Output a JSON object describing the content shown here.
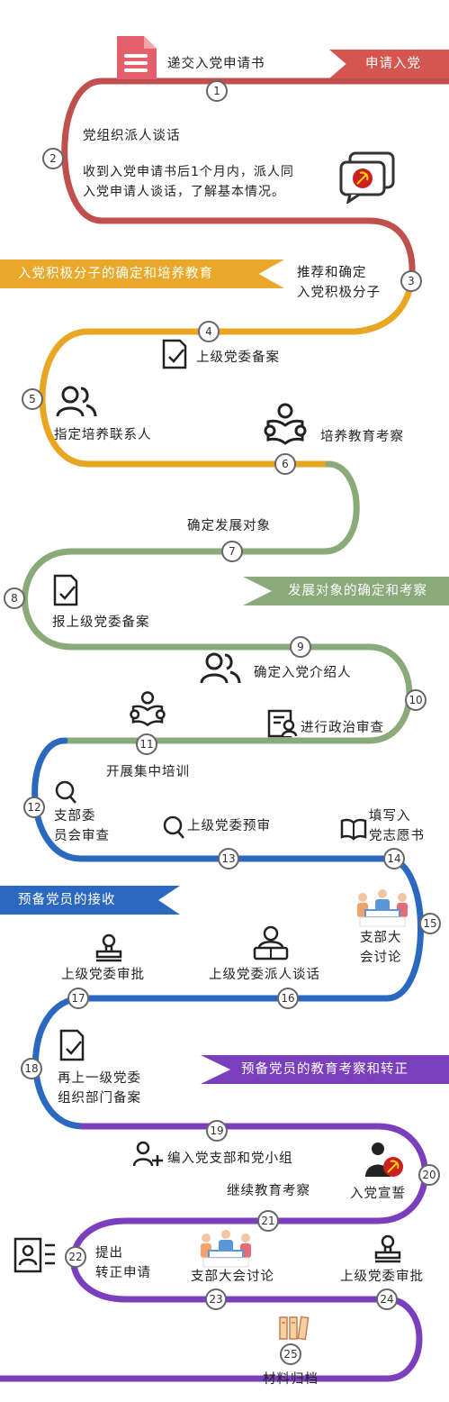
{
  "colors": {
    "red": "#c0504d",
    "orange": "#e8a623",
    "green": "#8aaa7a",
    "blue": "#2b69c1",
    "purple": "#7b3fbe",
    "party_red": "#cc1f1f"
  },
  "banners": {
    "b1": "申请入党",
    "b2": "入党积极分子的确定和培养教育",
    "b3": "发展对象的确定和考察",
    "b4": "预备党员的接收",
    "b5": "预备党员的教育考察和转正"
  },
  "steps": {
    "s1": "递交入党申请书",
    "s2_title": "党组织派人谈话",
    "s2_desc": "收到入党申请书后1个月内，派人同\n入党申请人谈话，了解基本情况。",
    "s3": "推荐和确定\n入党积极分子",
    "s4": "上级党委备案",
    "s5": "指定培养联系人",
    "s6": "培养教育考察",
    "s7": "确定发展对象",
    "s8": "报上级党委备案",
    "s9": "确定入党介绍人",
    "s10": "进行政治审查",
    "s11": "开展集中培训",
    "s12": "支部委\n员会审查",
    "s13": "上级党委预审",
    "s14": "填写入\n党志愿书",
    "s15": "支部大\n会讨论",
    "s16": "上级党委派人谈话",
    "s17": "上级党委审批",
    "s18": "再上一级党委\n组织部门备案",
    "s19": "编入党支部和党小组",
    "s20": "入党宣誓",
    "s21": "继续教育考察",
    "s22": "提出\n转正申请",
    "s23": "支部大会讨论",
    "s24": "上级党委审批",
    "s25": "材料归档"
  },
  "numbers": [
    "1",
    "2",
    "3",
    "4",
    "5",
    "6",
    "7",
    "8",
    "9",
    "10",
    "11",
    "12",
    "13",
    "14",
    "15",
    "16",
    "17",
    "18",
    "19",
    "20",
    "21",
    "22",
    "23",
    "24",
    "25"
  ]
}
